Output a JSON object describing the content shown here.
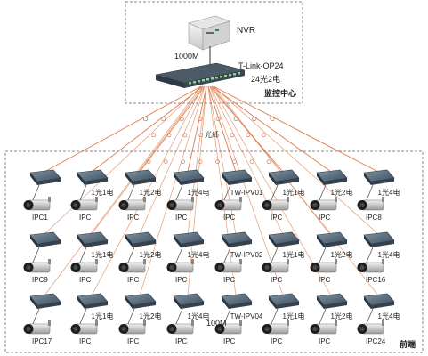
{
  "control_center": {
    "nvr_label": "NVR",
    "link_speed": "1000M",
    "switch_model": "T-Link-OP24",
    "switch_ports": "24光2电",
    "area_label": "监控中心"
  },
  "fiber_label": "光纤",
  "front_area_label": "前端",
  "bottom_link_speed": "100M",
  "rows": [
    {
      "converters": [
        "",
        "1光1电",
        "1光2电",
        "1光4电",
        "TW-IPV01",
        "1光1电",
        "1光2电",
        "1光4电"
      ],
      "cameras": [
        "IPC1",
        "IPC",
        "IPC",
        "IPC",
        "IPC",
        "IPC",
        "IPC",
        "IPC8"
      ]
    },
    {
      "converters": [
        "",
        "1光1电",
        "1光2电",
        "1光4电",
        "TW-IPV02",
        "1光1电",
        "1光2电",
        "1光4电"
      ],
      "cameras": [
        "IPC9",
        "IPC",
        "IPC",
        "IPC",
        "IPC",
        "IPC",
        "IPC",
        "IPC16"
      ]
    },
    {
      "converters": [
        "",
        "1光1电",
        "1光2电",
        "1光4电",
        "TW-IPV04",
        "1光1电",
        "1光2电",
        "1光4电"
      ],
      "cameras": [
        "IPC17",
        "IPC",
        "IPC",
        "IPC",
        "IPC",
        "IPC",
        "IPC",
        "IPC24"
      ]
    }
  ],
  "colors": {
    "fiber": "#e07b4a",
    "device": "#3d4b58",
    "device_top": "#6d7f8f",
    "dashed_border": "#888888"
  }
}
